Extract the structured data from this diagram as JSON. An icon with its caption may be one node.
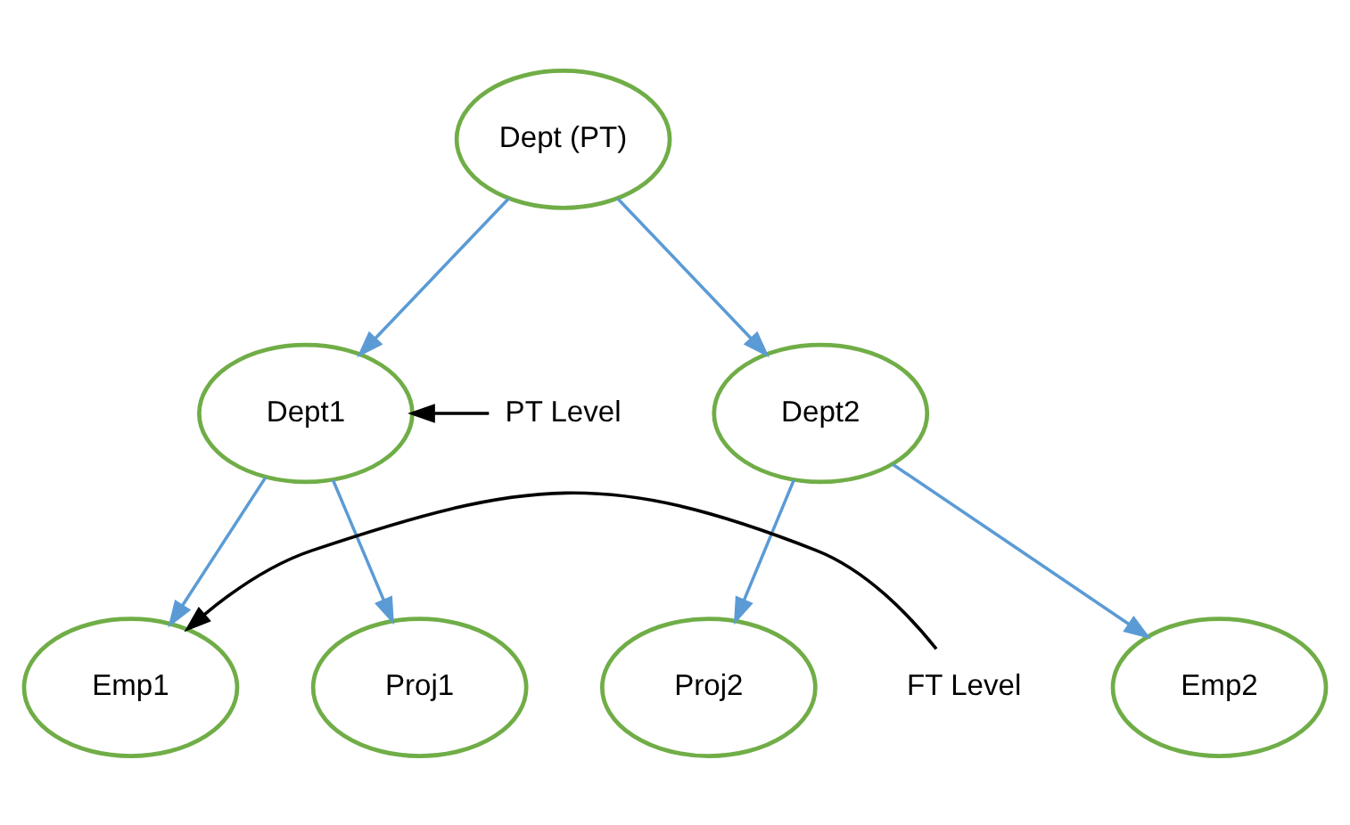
{
  "diagram": {
    "nodes": [
      {
        "text": [
          "Dept (PT)"
        ]
      },
      {
        "text": [
          "Dept1"
        ]
      },
      {
        "text": [
          "Dept2"
        ]
      },
      {
        "text": [
          "Emp1"
        ]
      },
      {
        "text": [
          "Proj1"
        ]
      },
      {
        "text": [
          "Emp2"
        ]
      },
      {
        "text": [
          "Proj2"
        ]
      },
      {
        "text": [
          "PT Level"
        ]
      },
      {
        "text": [
          "FT Level"
        ]
      }
    ],
    "edges": [
      {
        "from": 0,
        "to": 1,
        "arrow": "to"
      },
      {
        "from": 0,
        "to": 2,
        "arrow": "to"
      },
      {
        "from": 1,
        "to": 3,
        "arrow": "to"
      },
      {
        "from": 1,
        "to": 4,
        "arrow": "to"
      },
      {
        "from": 2,
        "to": 5,
        "arrow": "to"
      },
      {
        "from": 2,
        "to": 6,
        "arrow": "to"
      },
      {
        "from": 7,
        "to": 1,
        "arrow": "to",
        "color": "#000000"
      },
      {
        "from": 8,
        "to": 3,
        "arrow": "to",
        "color": "#000000"
      }
    ]
  }
}
